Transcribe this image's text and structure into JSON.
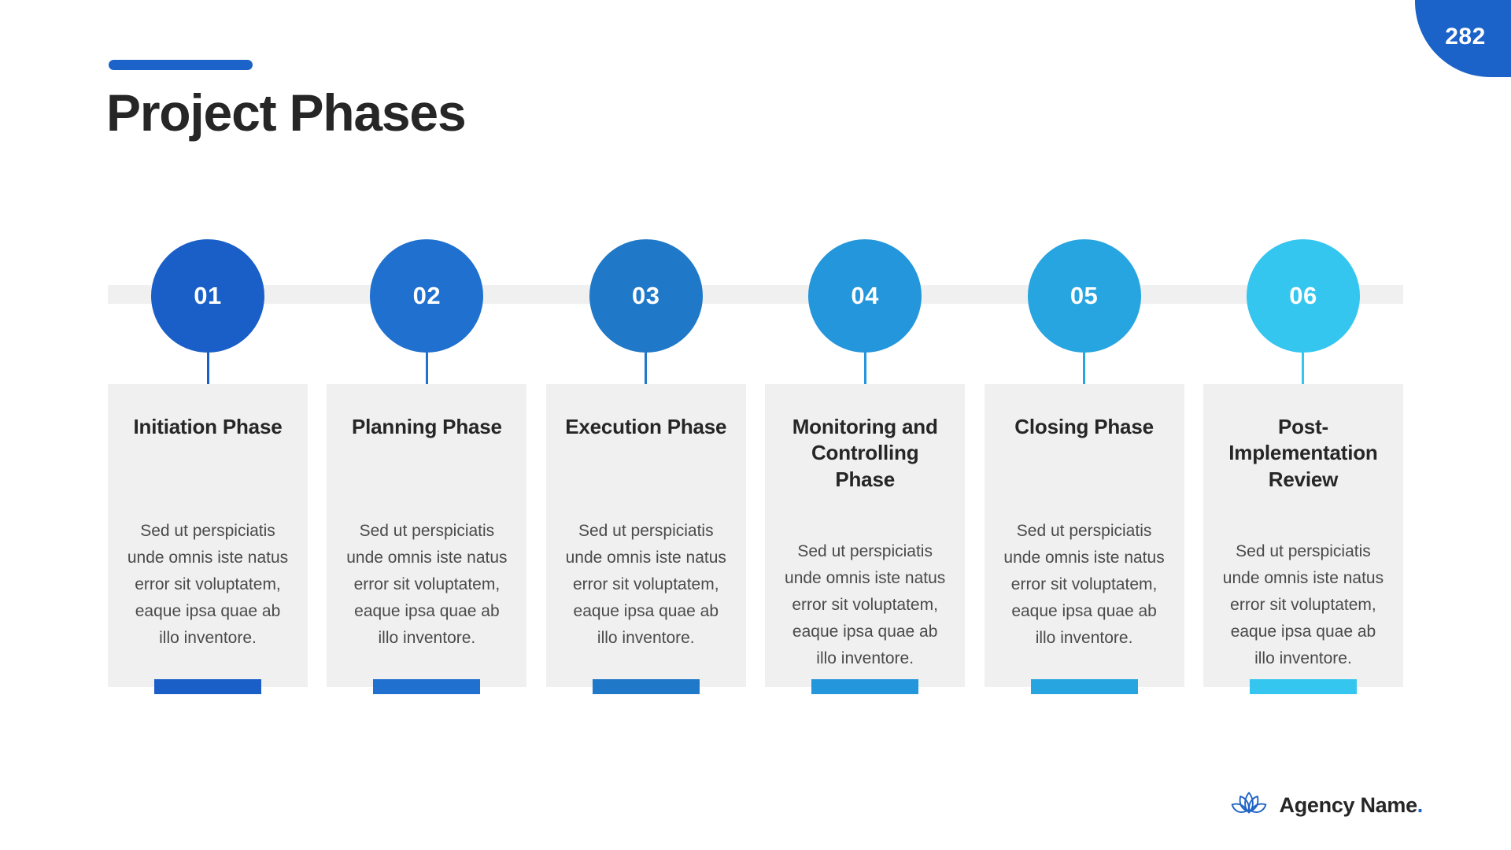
{
  "badge": {
    "number": "282",
    "color": "#1b62c9"
  },
  "header": {
    "title": "Project Phases",
    "accent_color": "#1b62c9"
  },
  "timeline": {
    "rail_color": "#f0f0f0",
    "card_bg": "#f0f0f0"
  },
  "phases": [
    {
      "number": "01",
      "title": "Initiation Phase",
      "body": "Sed ut perspiciatis unde omnis iste natus error sit voluptatem, eaque ipsa quae ab illo inventore.",
      "color": "#1a5fc8"
    },
    {
      "number": "02",
      "title": "Planning Phase",
      "body": "Sed ut perspiciatis unde omnis iste natus error sit voluptatem, eaque ipsa quae ab illo inventore.",
      "color": "#1f70cf"
    },
    {
      "number": "03",
      "title": "Execution Phase",
      "body": "Sed ut perspiciatis unde omnis iste natus error sit voluptatem, eaque ipsa quae ab illo inventore.",
      "color": "#2079c8"
    },
    {
      "number": "04",
      "title": "Monitoring and Controlling Phase",
      "body": "Sed ut perspiciatis unde omnis iste natus error sit voluptatem, eaque ipsa quae ab illo inventore.",
      "color": "#2496db"
    },
    {
      "number": "05",
      "title": "Closing Phase",
      "body": "Sed ut perspiciatis unde omnis iste natus error sit voluptatem, eaque ipsa quae ab illo inventore.",
      "color": "#26a5e0"
    },
    {
      "number": "06",
      "title": "Post-Implementation Review",
      "body": "Sed ut perspiciatis unde omnis iste natus error sit voluptatem, eaque ipsa quae ab illo inventore.",
      "color": "#35c6f0"
    }
  ],
  "footer": {
    "logo_icon": "lotus-icon",
    "logo_color": "#1b62c9",
    "name": "Agency Name",
    "dot": "."
  }
}
